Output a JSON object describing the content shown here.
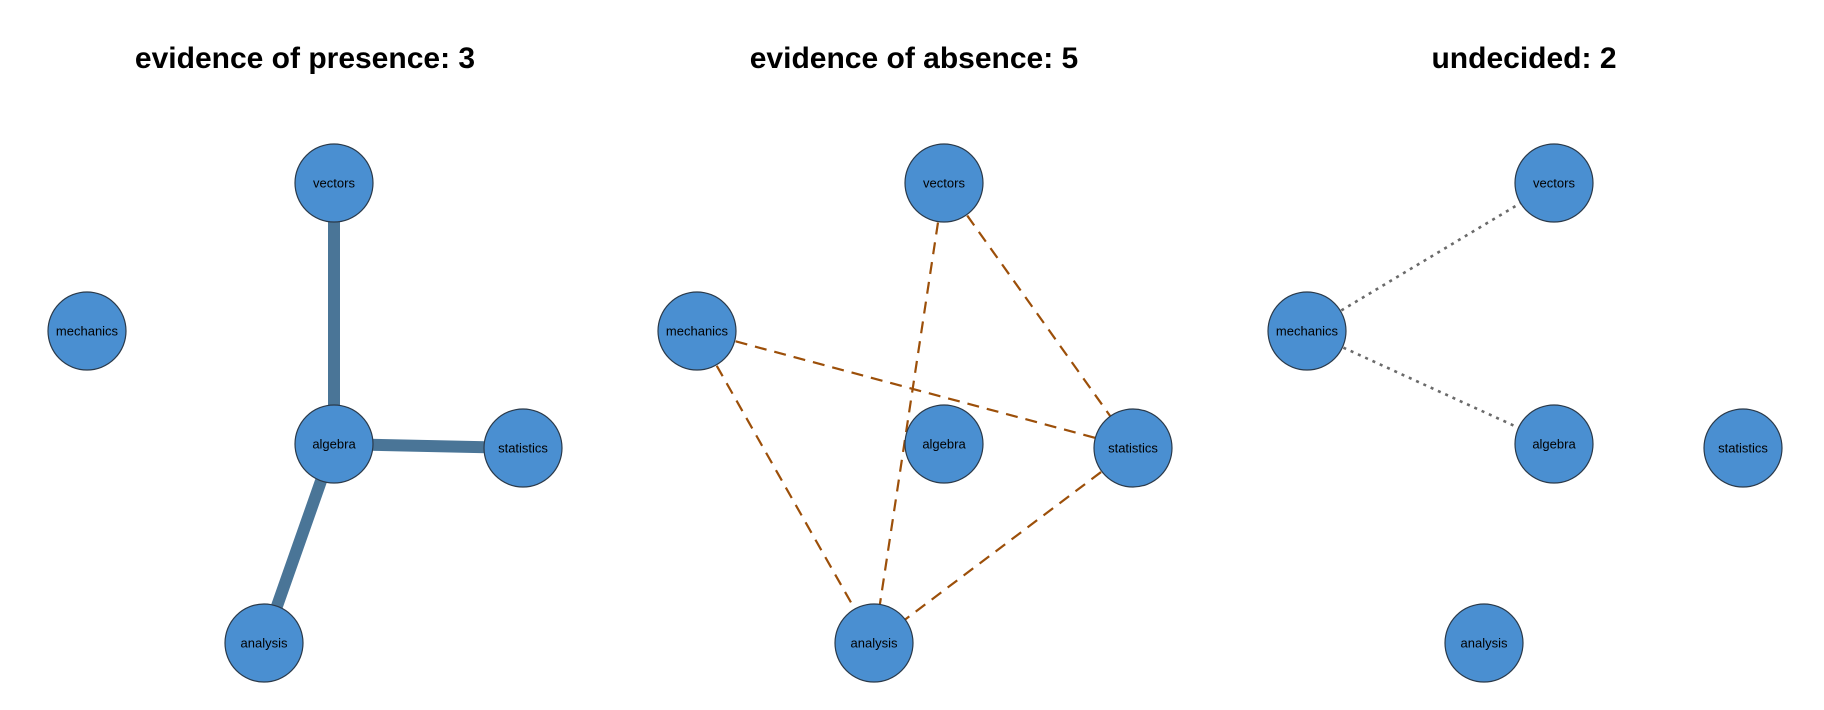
{
  "colors": {
    "node_fill": "#4a8fd1",
    "presence_edge": "#4a7597",
    "absence_edge": "#9c4f09",
    "undecided_edge": "#6a6a6a"
  },
  "nodes": {
    "vectors": "vectors",
    "mechanics": "mechanics",
    "algebra": "algebra",
    "statistics": "statistics",
    "analysis": "analysis"
  },
  "panels": [
    {
      "title": "evidence of presence: 3",
      "edge_style": "solid-thick",
      "edges": [
        [
          "vectors",
          "algebra"
        ],
        [
          "algebra",
          "statistics"
        ],
        [
          "algebra",
          "analysis"
        ]
      ]
    },
    {
      "title": "evidence of absence: 5",
      "edge_style": "dashed",
      "edges": [
        [
          "vectors",
          "statistics"
        ],
        [
          "vectors",
          "analysis"
        ],
        [
          "mechanics",
          "statistics"
        ],
        [
          "mechanics",
          "analysis"
        ],
        [
          "statistics",
          "analysis"
        ]
      ]
    },
    {
      "title": "undecided: 2",
      "edge_style": "dotted",
      "edges": [
        [
          "mechanics",
          "vectors"
        ],
        [
          "mechanics",
          "algebra"
        ]
      ]
    }
  ]
}
